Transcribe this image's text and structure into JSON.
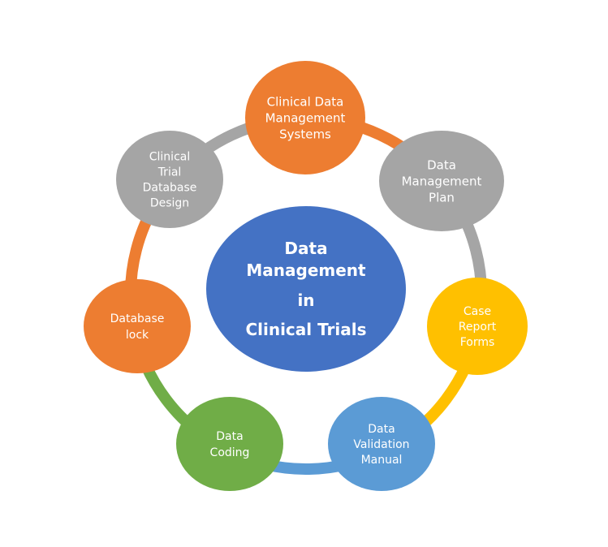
{
  "center": {
    "lines": [
      "Data",
      "Management",
      "in",
      "Clinical Trials"
    ],
    "color": "#4472c4"
  },
  "nodes": [
    {
      "id": "clinical-data-management-systems",
      "lines": [
        "Clinical Data",
        "Management",
        "Systems"
      ],
      "color": "#ed7d31"
    },
    {
      "id": "data-management-plan",
      "lines": [
        "Data",
        "Management",
        "Plan"
      ],
      "color": "#a5a5a5"
    },
    {
      "id": "case-report-forms",
      "lines": [
        "Case",
        "Report",
        "Forms"
      ],
      "color": "#ffc000"
    },
    {
      "id": "data-validation-manual",
      "lines": [
        "Data",
        "Validation",
        "Manual"
      ],
      "color": "#5b9bd5"
    },
    {
      "id": "data-coding",
      "lines": [
        "Data",
        "Coding"
      ],
      "color": "#70ad47"
    },
    {
      "id": "database-lock",
      "lines": [
        "Database",
        "lock"
      ],
      "color": "#ed7d31"
    },
    {
      "id": "clinical-trial-database-design",
      "lines": [
        "Clinical",
        "Trial",
        "Database",
        "Design"
      ],
      "color": "#a5a5a5"
    }
  ],
  "arcs": [
    {
      "from": "clinical-data-management-systems",
      "to": "data-management-plan",
      "color": "#ed7d31"
    },
    {
      "from": "data-management-plan",
      "to": "case-report-forms",
      "color": "#a5a5a5"
    },
    {
      "from": "case-report-forms",
      "to": "data-validation-manual",
      "color": "#ffc000"
    },
    {
      "from": "data-validation-manual",
      "to": "data-coding",
      "color": "#5b9bd5"
    },
    {
      "from": "data-coding",
      "to": "database-lock",
      "color": "#70ad47"
    },
    {
      "from": "database-lock",
      "to": "clinical-trial-database-design",
      "color": "#ed7d31"
    },
    {
      "from": "clinical-trial-database-design",
      "to": "clinical-data-management-systems",
      "color": "#a5a5a5"
    }
  ]
}
